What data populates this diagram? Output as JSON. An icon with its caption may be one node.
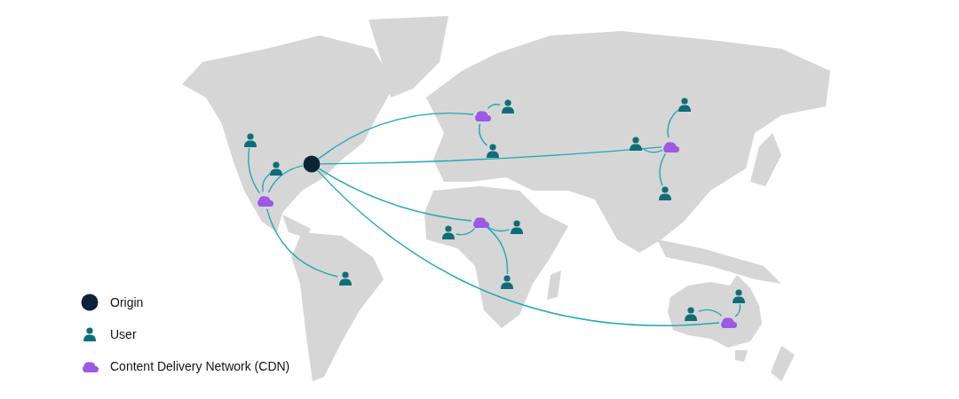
{
  "diagram": {
    "nodes": [
      {
        "text": [],
        "shape": "circle"
      },
      {
        "text": [],
        "shape": "cloud"
      },
      {
        "text": [],
        "shape": "cloud"
      },
      {
        "text": [],
        "shape": "cloud"
      },
      {
        "text": [],
        "shape": "cloud"
      },
      {
        "text": [],
        "shape": "cloud"
      },
      {
        "text": [],
        "shape": "person"
      },
      {
        "text": [],
        "shape": "person"
      },
      {
        "text": [],
        "shape": "person"
      },
      {
        "text": [],
        "shape": "person"
      },
      {
        "text": [],
        "shape": "person"
      },
      {
        "text": [],
        "shape": "person"
      },
      {
        "text": [],
        "shape": "person"
      },
      {
        "text": [],
        "shape": "person"
      },
      {
        "text": [],
        "shape": "person"
      },
      {
        "text": [],
        "shape": "person"
      },
      {
        "text": [],
        "shape": "person"
      },
      {
        "text": [],
        "shape": "person"
      },
      {
        "text": [],
        "shape": "person"
      }
    ],
    "edges": [
      {
        "from": 0,
        "to": 1,
        "arrow": "none"
      },
      {
        "from": 0,
        "to": 2,
        "arrow": "none"
      },
      {
        "from": 0,
        "to": 3,
        "arrow": "none"
      },
      {
        "from": 0,
        "to": 4,
        "arrow": "none"
      },
      {
        "from": 0,
        "to": 5,
        "arrow": "none"
      },
      {
        "from": 1,
        "to": 6,
        "arrow": "none"
      },
      {
        "from": 1,
        "to": 7,
        "arrow": "none"
      },
      {
        "from": 1,
        "to": 8,
        "arrow": "none"
      },
      {
        "from": 2,
        "to": 12,
        "arrow": "none"
      },
      {
        "from": 2,
        "to": 10,
        "arrow": "none"
      },
      {
        "from": 3,
        "to": 9,
        "arrow": "none"
      },
      {
        "from": 3,
        "to": 13,
        "arrow": "none"
      },
      {
        "from": 3,
        "to": 11,
        "arrow": "none"
      },
      {
        "from": 4,
        "to": 14,
        "arrow": "none"
      },
      {
        "from": 4,
        "to": 16,
        "arrow": "none"
      },
      {
        "from": 4,
        "to": 15,
        "arrow": "none"
      },
      {
        "from": 5,
        "to": 17,
        "arrow": "none"
      },
      {
        "from": 5,
        "to": 18,
        "arrow": "none"
      }
    ],
    "legend": [
      {
        "text": "Origin"
      },
      {
        "text": "User"
      },
      {
        "text": "Content Delivery Network (CDN)"
      }
    ]
  }
}
